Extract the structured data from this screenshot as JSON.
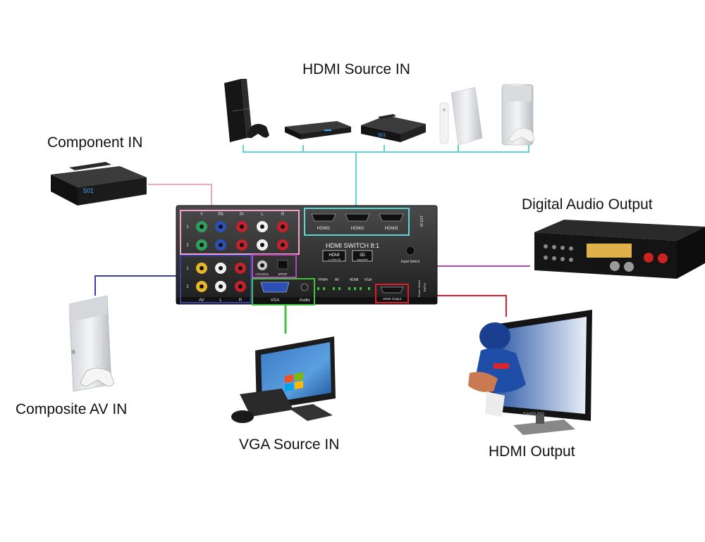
{
  "labels": {
    "hdmi_source_in": "HDMI Source IN",
    "component_in": "Component IN",
    "digital_audio_output": "Digital Audio Output",
    "composite_av_in": "Composite AV IN",
    "vga_source_in": "VGA Source IN",
    "hdmi_output": "HDMI Output"
  },
  "switch": {
    "title": "HDMI SWITCH 8:1",
    "badge_hdmi": "HDMI",
    "badge_hdmi_sub": "1.4 With 3D",
    "badge_3d": "3D",
    "badge_3d_sub": "supported",
    "input_select": "Input Select",
    "ir_ext": "IR EXT",
    "hdmi1": "HDMI1",
    "hdmi2": "HDMI2",
    "hdmi3": "HDMI3",
    "comp_y": "Y",
    "comp_pb": "Pb",
    "comp_pr": "Pr",
    "comp_l": "L",
    "comp_r": "R",
    "row1": "1",
    "row2": "2",
    "av_row1": "1",
    "av_row2": "2",
    "av": "AV",
    "av_l": "L",
    "av_r": "R",
    "coaxial": "COAXIAL",
    "spdif": "SPDIF",
    "vga": "VGA",
    "audio": "Audio",
    "ind_ypbpr": "YPbPr",
    "ind_av": "AV",
    "ind_hdmi": "HDMI",
    "ind_vga": "VGA",
    "hdmi_output_port": "HDMI Output",
    "power": "5V/1A",
    "power_switch": "Power Switch",
    "tv_brand": "SAMSUNG"
  },
  "colors": {
    "hdmi_line": "#5fd6d6",
    "component_line": "#f0a4c8",
    "composite_line": "#3a3fa8",
    "vga_line": "#3fc23f",
    "audio_line": "#b648b6",
    "hdmi_out_line": "#e01c2a"
  }
}
